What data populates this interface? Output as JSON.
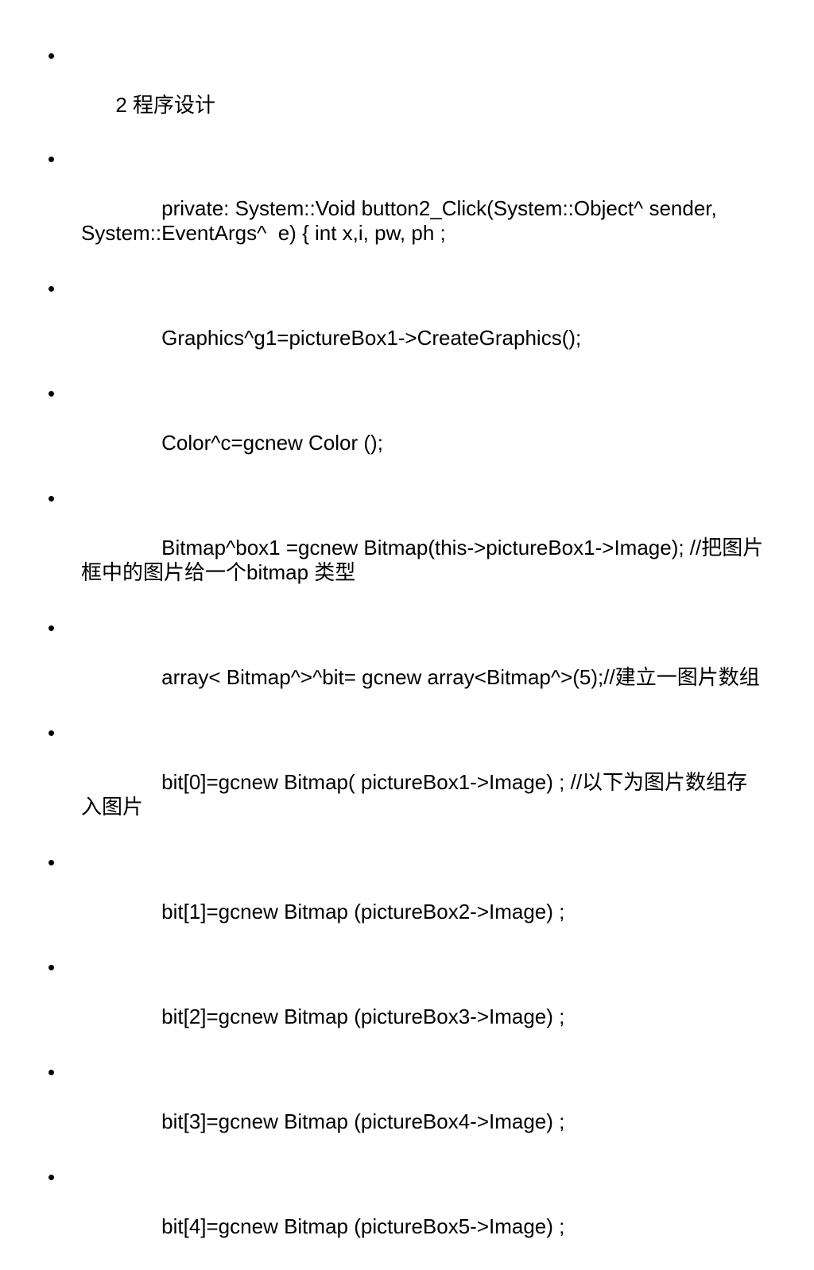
{
  "slide": {
    "bullet_symbol": "•",
    "items": [
      "2 程序设计",
      "        private: System::Void button2_Click(System::Object^ sender, System::EventArgs^  e) { int x,i, pw, ph ;",
      "        Graphics^g1=pictureBox1->CreateGraphics();",
      "        Color^c=gcnew Color ();",
      "        Bitmap^box1 =gcnew Bitmap(this->pictureBox1->Image); //把图片框中的图片给一个bitmap 类型",
      "        array< Bitmap^>^bit= gcnew array<Bitmap^>(5);//建立一图片数组",
      "        bit[0]=gcnew Bitmap( pictureBox1->Image) ; //以下为图片数组存入图片",
      "        bit[1]=gcnew Bitmap (pictureBox2->Image) ;",
      "        bit[2]=gcnew Bitmap (pictureBox3->Image) ;",
      "        bit[3]=gcnew Bitmap (pictureBox4->Image) ;",
      "        bit[4]=gcnew Bitmap (pictureBox5->Image) ;"
    ]
  }
}
